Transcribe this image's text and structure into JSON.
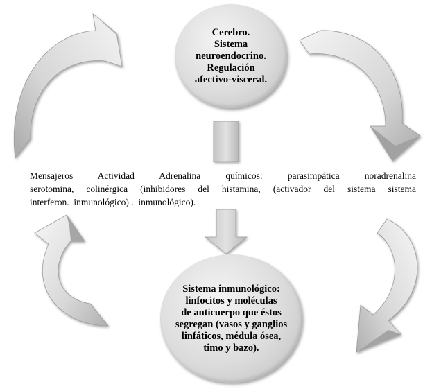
{
  "nodes": {
    "top": {
      "lines": [
        "Cerebro.",
        "Sistema",
        "neuroendocrino.",
        "Regulación",
        "afectivo-visceral."
      ]
    },
    "bottom": {
      "lines": [
        "Sistema inmunológico:",
        "linfocitos y moléculas",
        "de anticuerpo que éstos",
        "segregan (vasos y ganglios",
        "linfáticos, médula ósea,",
        "timo y bazo)."
      ]
    }
  },
  "middle_text": {
    "line1": [
      "Mensajeros",
      "Actividad",
      "Adrenalina químicos:",
      "parasimpática",
      "noradrenalina"
    ],
    "line2": [
      "serotomina,",
      "colinérgica",
      "(inhibidores del histamina,",
      "(activador del sistema",
      "sistema"
    ],
    "line3": "interferon.  inmunológico) .  inmunológico)."
  },
  "colors": {
    "arrow_light": "#f2f2f2",
    "arrow_mid": "#d0d0d0",
    "arrow_dark": "#a8a8a8",
    "node_fill": "#dcdcdc"
  }
}
